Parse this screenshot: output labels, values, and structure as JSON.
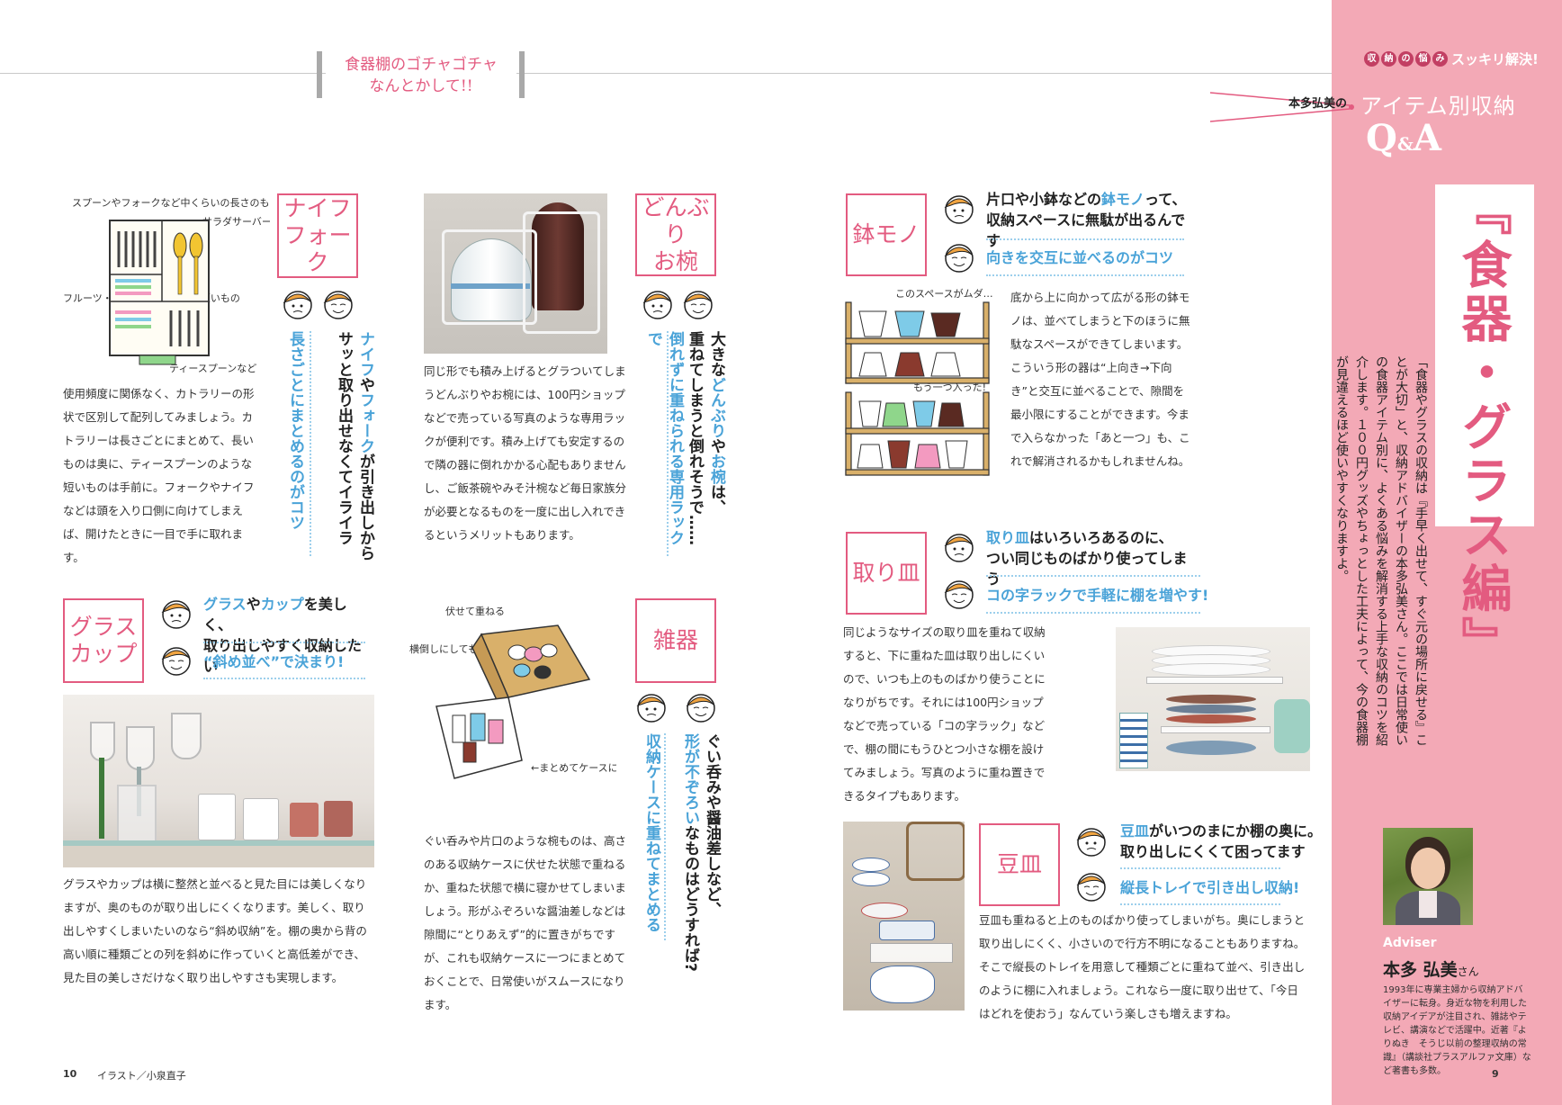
{
  "header": {
    "title_line1": "食器棚のゴチャゴチャ",
    "title_line2": "なんとかして!!"
  },
  "series": {
    "kicker_chars": [
      "収",
      "納",
      "の",
      "悩",
      "み"
    ],
    "kicker_rest": "スッキリ解決!",
    "author_prefix": "本多弘美の",
    "title": "アイテム別収納",
    "qa_q": "Q",
    "qa_amp": "&",
    "qa_a": "A"
  },
  "feature": {
    "title": "『食器・グラス編』",
    "intro": "「食器やグラスの収納は『手早く出せて、すぐ元の場所に戻せる』ことが大切」と、収納アドバイザーの本多弘美さん。ここでは日常使いの食器アイテム別に、よくある悩みを解消する上手な収納のコツを紹介します。１００円グッズやちょっとした工夫によって、今の食器棚が見違えるほど使いやすくなりますよ。"
  },
  "adviser": {
    "label": "Adviser",
    "name": "本多 弘美",
    "suffix": "さん",
    "bio": "1993年に専業主婦から収納アドバイザーに転身。身近な物を利用した収納アイデアが注目され、雑誌やテレビ、講演などで活躍中。近著『よりぬき　そうじ以前の整理収納の常識』（講談社プラスアルファ文庫）など著書も多数。"
  },
  "sections": {
    "knife": {
      "tag": [
        "ナイフ",
        "フォーク"
      ],
      "q": [
        {
          "t": "ナイフ",
          "c": "blue"
        },
        {
          "t": "や",
          "c": ""
        },
        {
          "t": "フォーク",
          "c": "blue"
        },
        {
          "t": "が引き出しから",
          "c": ""
        }
      ],
      "q2": "サッと取り出せなくてイライラ",
      "a": "長さごとにまとめるのがコツ",
      "body": "使用頻度に関係なく、カトラリーの形状で区別して配列してみましょう。カトラリーは長さごとにまとめて、長いものは奥に、ティースプーンのような短いものは手前に。フォークやナイフなどは頭を入り口側に向けてしまえば、開けたときに一目で手に取れます。",
      "illus_notes": [
        "スプーンやフォークなど中くらいの長さのもの",
        "サラダサーバーなど柄の長いもの",
        "フルーツ・マイススプーンなど短いもの",
        "ティースプーンなど"
      ]
    },
    "donburi": {
      "tag": [
        "どんぶり",
        "お椀"
      ],
      "q1a": "大きな",
      "q1b": "どんぶり",
      "q1c": "や",
      "q1d": "お椀",
      "q1e": "は、",
      "q2": "重ねてしまうと倒れそうで……",
      "a": "倒れずに重ねられる専用ラックで",
      "body": "同じ形でも積み上げるとグラついてしまうどんぶりやお椀には、100円ショップなどで売っている写真のような専用ラックが便利です。積み上げても安定するので隣の器に倒れかかる心配もありませんし、ご飯茶碗やみそ汁椀など毎日家族分が必要となるものを一度に出し入れできるというメリットもあります。"
    },
    "glass": {
      "tag": [
        "グラス",
        "カップ"
      ],
      "q_glass": "グラス",
      "q_ya": "や",
      "q_cup": "カップ",
      "q_rest": "を美しく、",
      "q2": "取り出しやすく収納したい",
      "a": "“斜め並べ”で決まり!",
      "body": "グラスやカップは横に整然と並べると見た目には美しくなりますが、奥のものが取り出しにくくなります。美しく、取り出しやすくしまいたいのなら“斜め収納”を。棚の奥から背の高い順に種類ごとの列を斜めに作っていくと高低差ができ、見た目の美しさだけなく取り出しやすさも実現します。"
    },
    "zakki": {
      "tag": [
        "雑器"
      ],
      "q1": "ぐい呑みや醤油差しなど、",
      "q2a": "形が",
      "q2b": "不ぞろい",
      "q2c": "なものはどうすれば?",
      "a": "収納ケースに重ねてまとめる",
      "body": "ぐい呑みや片口のような椀ものは、高さのある収納ケースに伏せた状態で重ねるか、重ねた状態で横に寝かせてしまいましょう。形がふぞろいな醤油差しなどは隙間に“とりあえず”的に置きがちですが、これも収納ケースに一つにまとめておくことで、日常使いがスムースになります。",
      "illus_notes": [
        "伏せて重ねる",
        "横倒しにしてもOK!",
        "←まとめてケースに"
      ]
    },
    "hachi": {
      "tag": [
        "鉢モノ"
      ],
      "q1a": "片口や小鉢などの",
      "q1b": "鉢モノ",
      "q1c": "って、",
      "q2": "収納スペースに無駄が出るんです",
      "a": "向きを交互に並べるのがコツ",
      "body": "底から上に向かって広がる形の鉢モノは、並べてしまうと下のほうに無駄なスペースができてしまいます。こういう形の器は“上向き→下向き”と交互に並べることで、隙間を最小限にすることができます。今まで入らなかった「あと一つ」も、これで解消されるかもしれませんね。",
      "illus_notes": [
        "このスペースがムダ…",
        "もう一つ入った!"
      ]
    },
    "torizara": {
      "tag": [
        "取り皿"
      ],
      "q1a": "取り皿",
      "q1b": "はいろいろあるのに、",
      "q2": "つい同じものばかり使ってしまう",
      "a": "コの字ラックで手軽に棚を増やす!",
      "body": "同じようなサイズの取り皿を重ねて収納すると、下に重ねた皿は取り出しにくいので、いつも上のものばかり使うことになりがちです。それには100円ショップなどで売っている「コの字ラック」などで、棚の間にもうひとつ小さな棚を設けてみましょう。写真のように重ね置きできるタイプもあります。"
    },
    "mamezara": {
      "tag": [
        "豆皿"
      ],
      "q1a": "豆皿",
      "q1b": "がいつのまにか棚の奥に。",
      "q2": "取り出しにくくて困ってます",
      "a": "縦長トレイで引き出し収納!",
      "body": "豆皿も重ねると上のものばかり使ってしまいがち。奥にしまうと取り出しにくく、小さいので行方不明になることもありますね。そこで縦長のトレイを用意して種類ごとに重ねて並べ、引き出しのように棚に入れましょう。これなら一度に取り出せて、「今日はどれを使おう」なんていう楽しさも増えますね。"
    }
  },
  "footer": {
    "page_left": "10",
    "credit": "イラスト／小泉直子",
    "page_right": "9"
  },
  "colors": {
    "accent": "#e35b80",
    "blue": "#4aa3d8",
    "sidebar": "#f3a9b6"
  }
}
